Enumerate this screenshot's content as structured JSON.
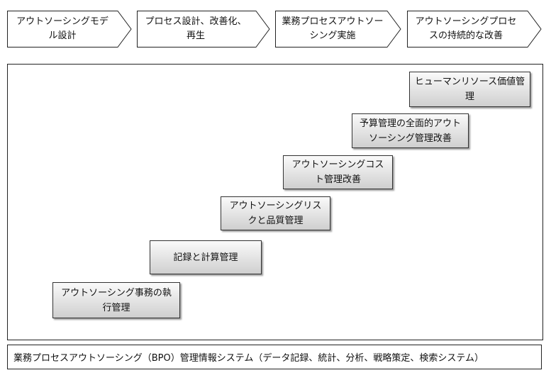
{
  "phases": [
    {
      "label": "アウトソーシングモデル設計"
    },
    {
      "label": "プロセス設計、改善化、再生"
    },
    {
      "label": "業務プロセスアウトソーシング実施"
    },
    {
      "label": "アウトソーシングプロセスの持続的な改善"
    }
  ],
  "steps": [
    {
      "label": "アウトソーシング事務の執行管理"
    },
    {
      "label": "記録と計算管理"
    },
    {
      "label": "アウトソーシングリスクと品質管理"
    },
    {
      "label": "アウトソーシングコスト管理改善"
    },
    {
      "label": "予算管理の全面的アウトソーシング管理改善"
    },
    {
      "label": "ヒューマンリソース価値管理"
    }
  ],
  "system_bar": {
    "label": "業務プロセスアウトソーシング（BPO）管理情報システム（データ記録、統計、分析、戦略策定、検索システム）"
  }
}
